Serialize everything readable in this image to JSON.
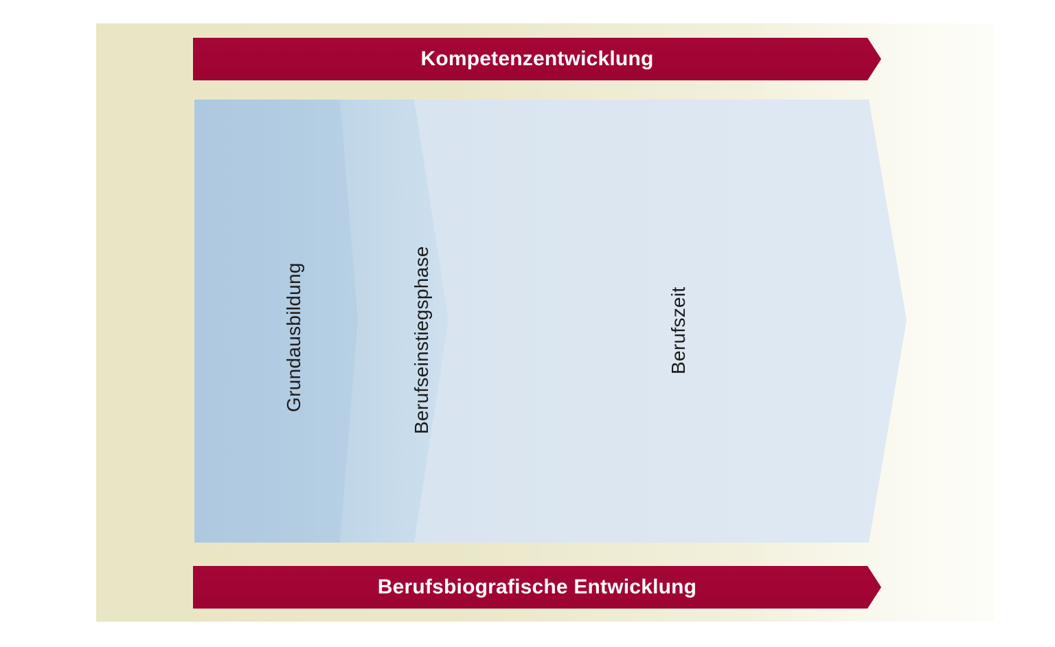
{
  "diagram": {
    "title": "Kompetenzentwicklung / Berufsbiografische Entwicklung",
    "banners": {
      "top": {
        "label": "Kompetenzentwicklung",
        "color": "#a20534",
        "direction": "right"
      },
      "bottom": {
        "label": "Berufsbiografische Entwicklung",
        "color": "#a20534",
        "direction": "right"
      }
    },
    "phases": [
      {
        "id": "grundausbildung",
        "label": "Grundausbildung",
        "color": "#b0cae1",
        "order": 1
      },
      {
        "id": "berufseinstiegsphase",
        "label": "Berufseinstiegsphase",
        "color": "#c5daea",
        "order": 2
      },
      {
        "id": "berufszeit",
        "label": "Berufszeit",
        "color": "#dde7f1",
        "order": 3
      }
    ],
    "colors": {
      "background_panel": "#e9e6c5",
      "banner_red": "#a20534",
      "banner_text": "#ffffff",
      "phase_text": "#1b1b1b",
      "page_background": "#ffffff"
    }
  }
}
